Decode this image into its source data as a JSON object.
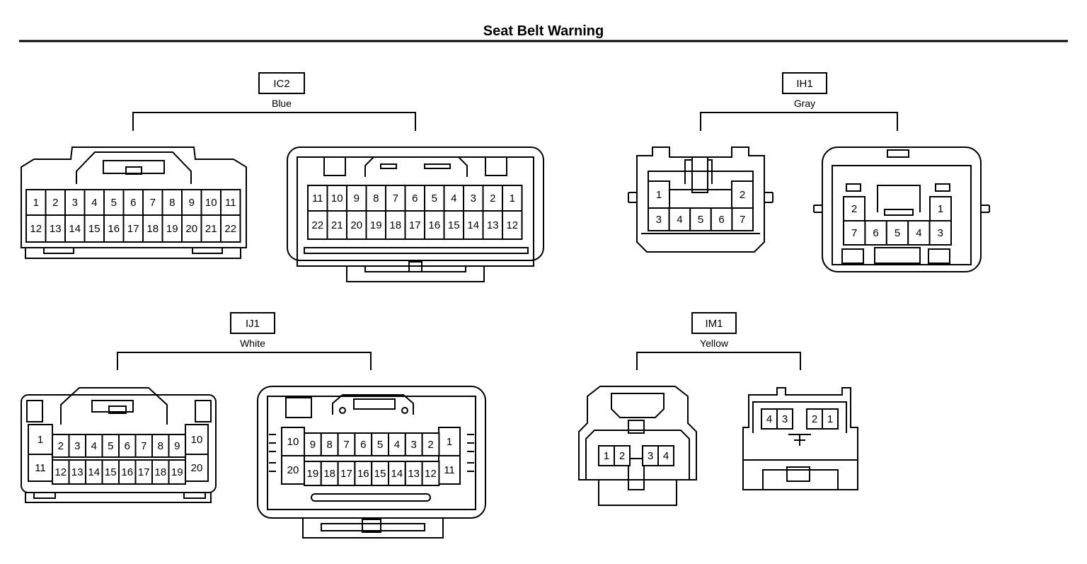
{
  "title": "Seat Belt Warning",
  "connectors": [
    {
      "code": "IC2",
      "color": "Blue",
      "male_rows": [
        [
          "1",
          "2",
          "3",
          "4",
          "5",
          "6",
          "7",
          "8",
          "9",
          "10",
          "11"
        ],
        [
          "12",
          "13",
          "14",
          "15",
          "16",
          "17",
          "18",
          "19",
          "20",
          "21",
          "22"
        ]
      ],
      "female_rows": [
        [
          "11",
          "10",
          "9",
          "8",
          "7",
          "6",
          "5",
          "4",
          "3",
          "2",
          "1"
        ],
        [
          "22",
          "21",
          "20",
          "19",
          "18",
          "17",
          "16",
          "15",
          "14",
          "13",
          "12"
        ]
      ]
    },
    {
      "code": "IH1",
      "color": "Gray",
      "male_rows": [
        [
          "1",
          "2"
        ],
        [
          "3",
          "4",
          "5",
          "6",
          "7"
        ]
      ],
      "female_rows": [
        [
          "2",
          "1"
        ],
        [
          "7",
          "6",
          "5",
          "4",
          "3"
        ]
      ]
    },
    {
      "code": "IJ1",
      "color": "White",
      "male_rows": [
        [
          "1",
          "2",
          "3",
          "4",
          "5",
          "6",
          "7",
          "8",
          "9",
          "10"
        ],
        [
          "11",
          "12",
          "13",
          "14",
          "15",
          "16",
          "17",
          "18",
          "19",
          "20"
        ]
      ],
      "female_rows": [
        [
          "10",
          "9",
          "8",
          "7",
          "6",
          "5",
          "4",
          "3",
          "2",
          "1"
        ],
        [
          "20",
          "19",
          "18",
          "17",
          "16",
          "15",
          "14",
          "13",
          "12",
          "11"
        ]
      ]
    },
    {
      "code": "IM1",
      "color": "Yellow",
      "male_rows": [
        [
          "1",
          "2",
          "3",
          "4"
        ]
      ],
      "female_rows": [
        [
          "4",
          "3",
          "2",
          "1"
        ]
      ]
    }
  ]
}
